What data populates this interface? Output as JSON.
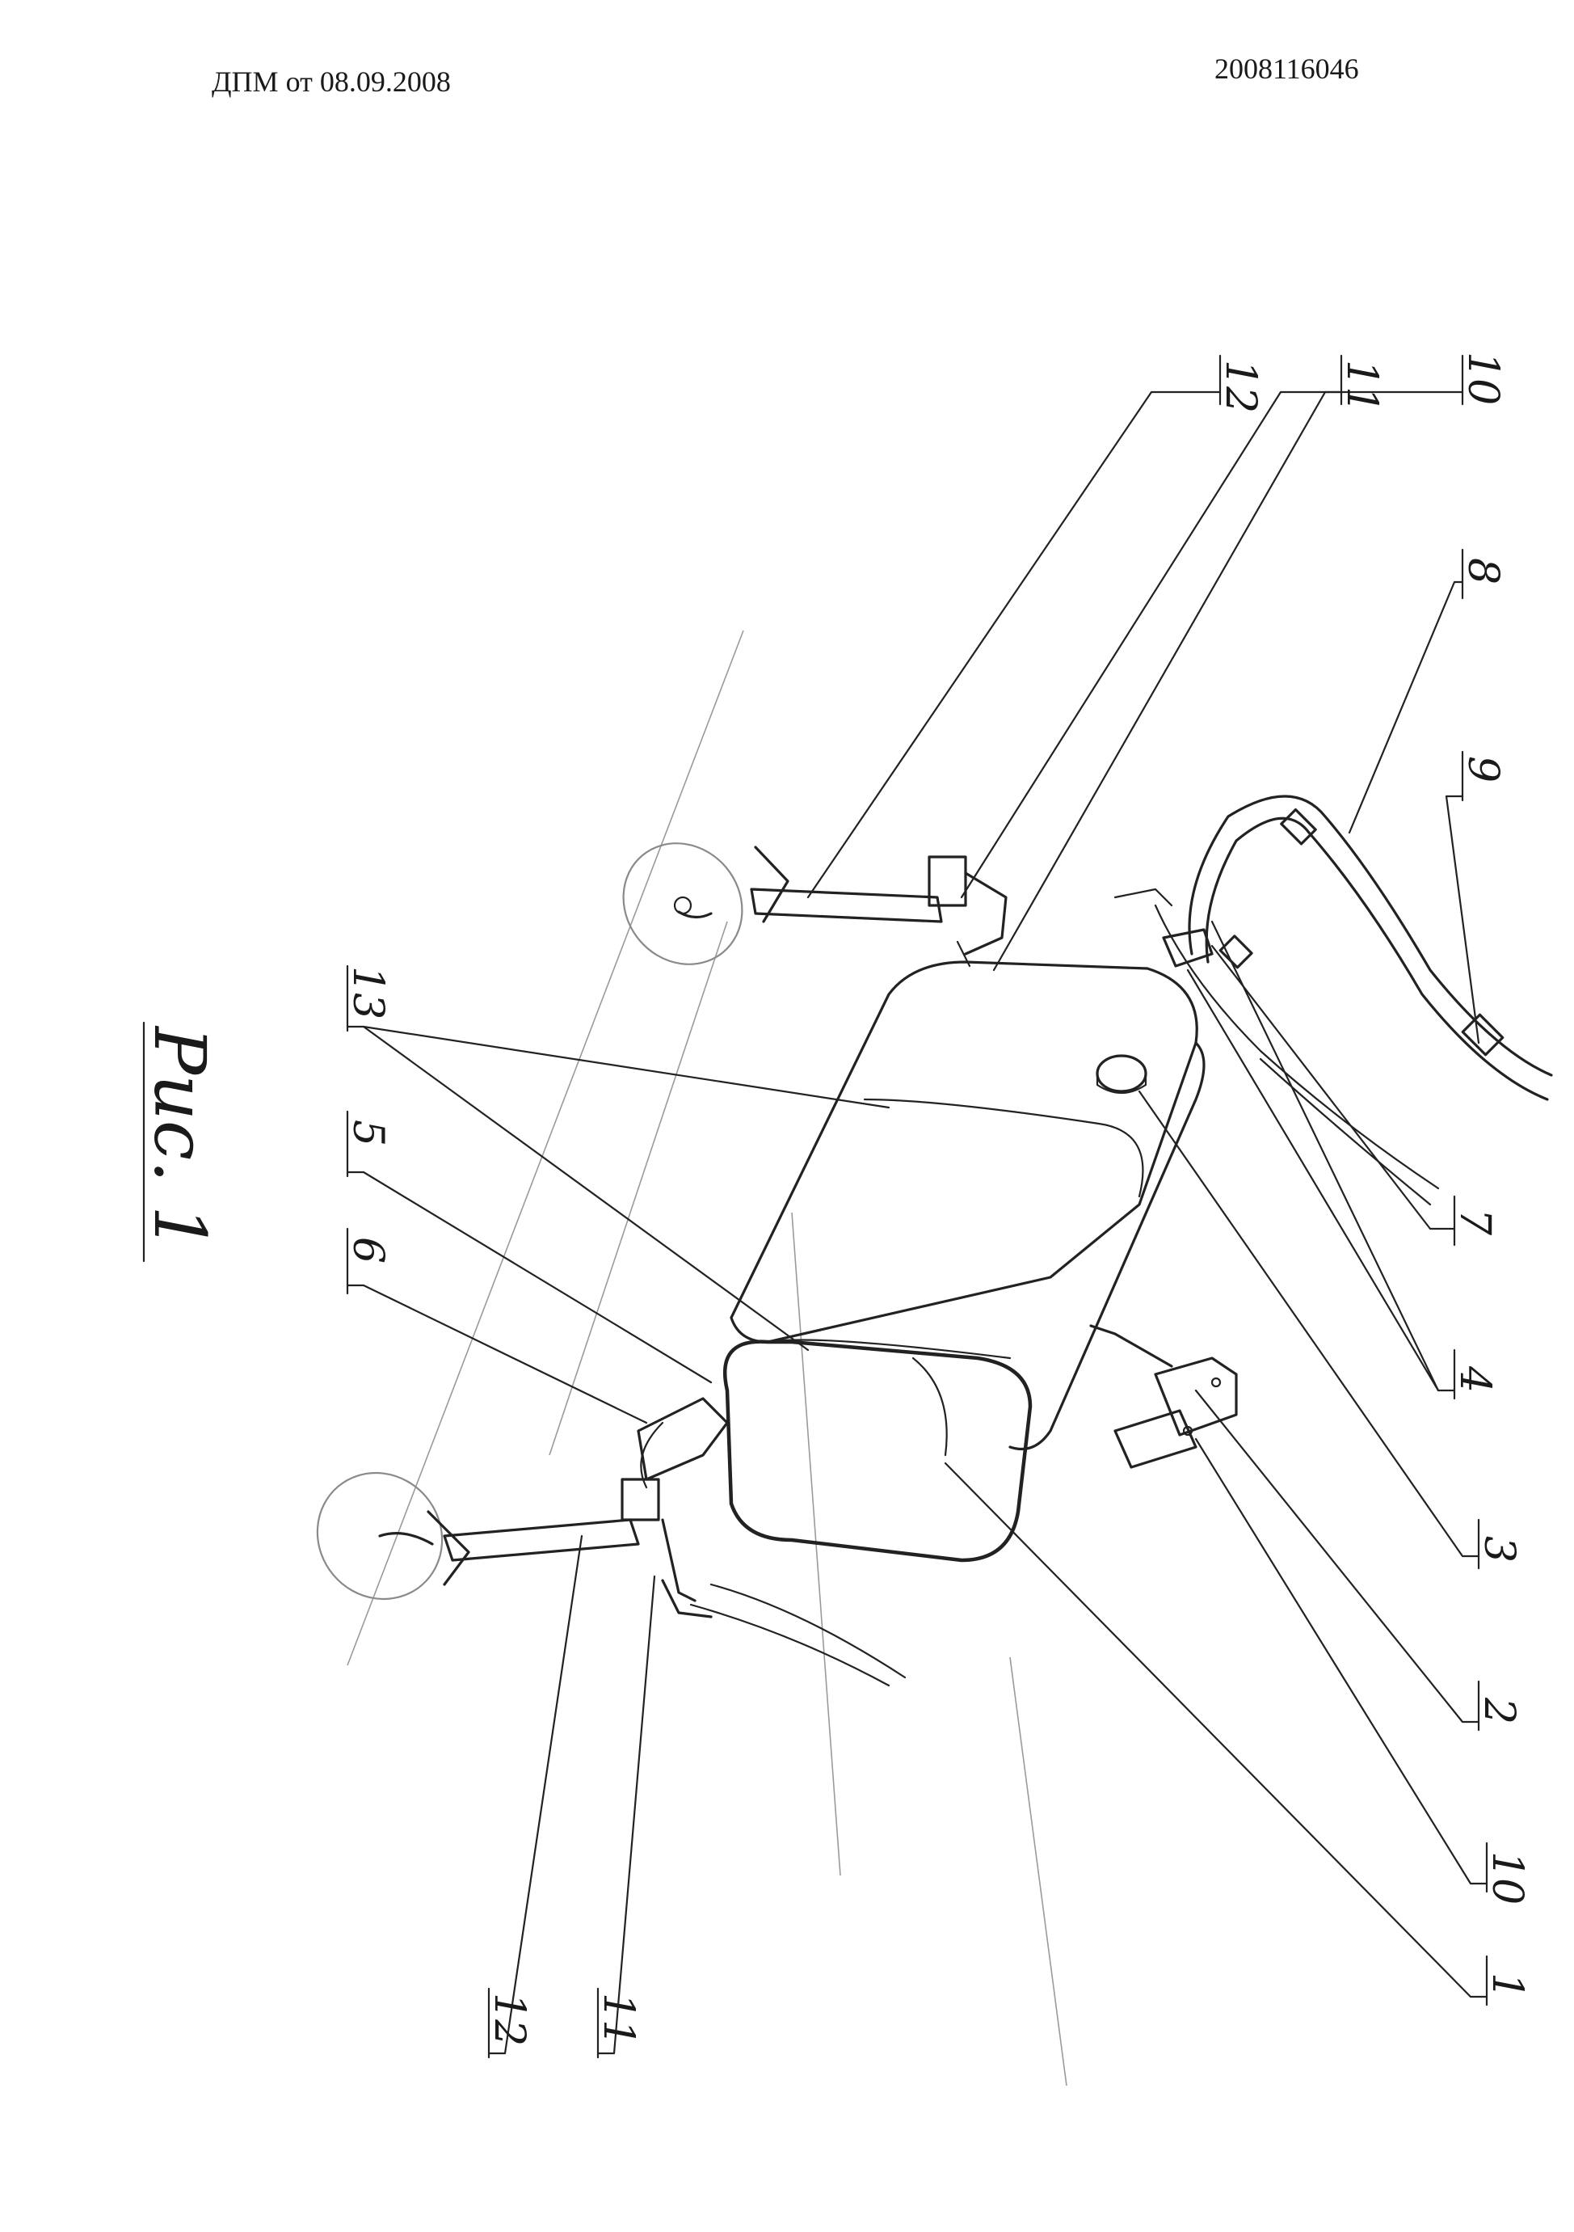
{
  "header": {
    "doc_ref": "ДПМ от 08.09.2008",
    "application_number": "2008116046"
  },
  "figure": {
    "title": "Рис. 1",
    "callouts": {
      "c1": "1",
      "c2": "2",
      "c3": "3",
      "c4": "4",
      "c5": "5",
      "c6": "6",
      "c7": "7",
      "c8": "8",
      "c9": "9",
      "c10_top": "10",
      "c10_bottom": "10",
      "c11_top": "11",
      "c11_bottom": "11",
      "c12_top": "12",
      "c12_bottom": "12",
      "c13": "13"
    }
  }
}
